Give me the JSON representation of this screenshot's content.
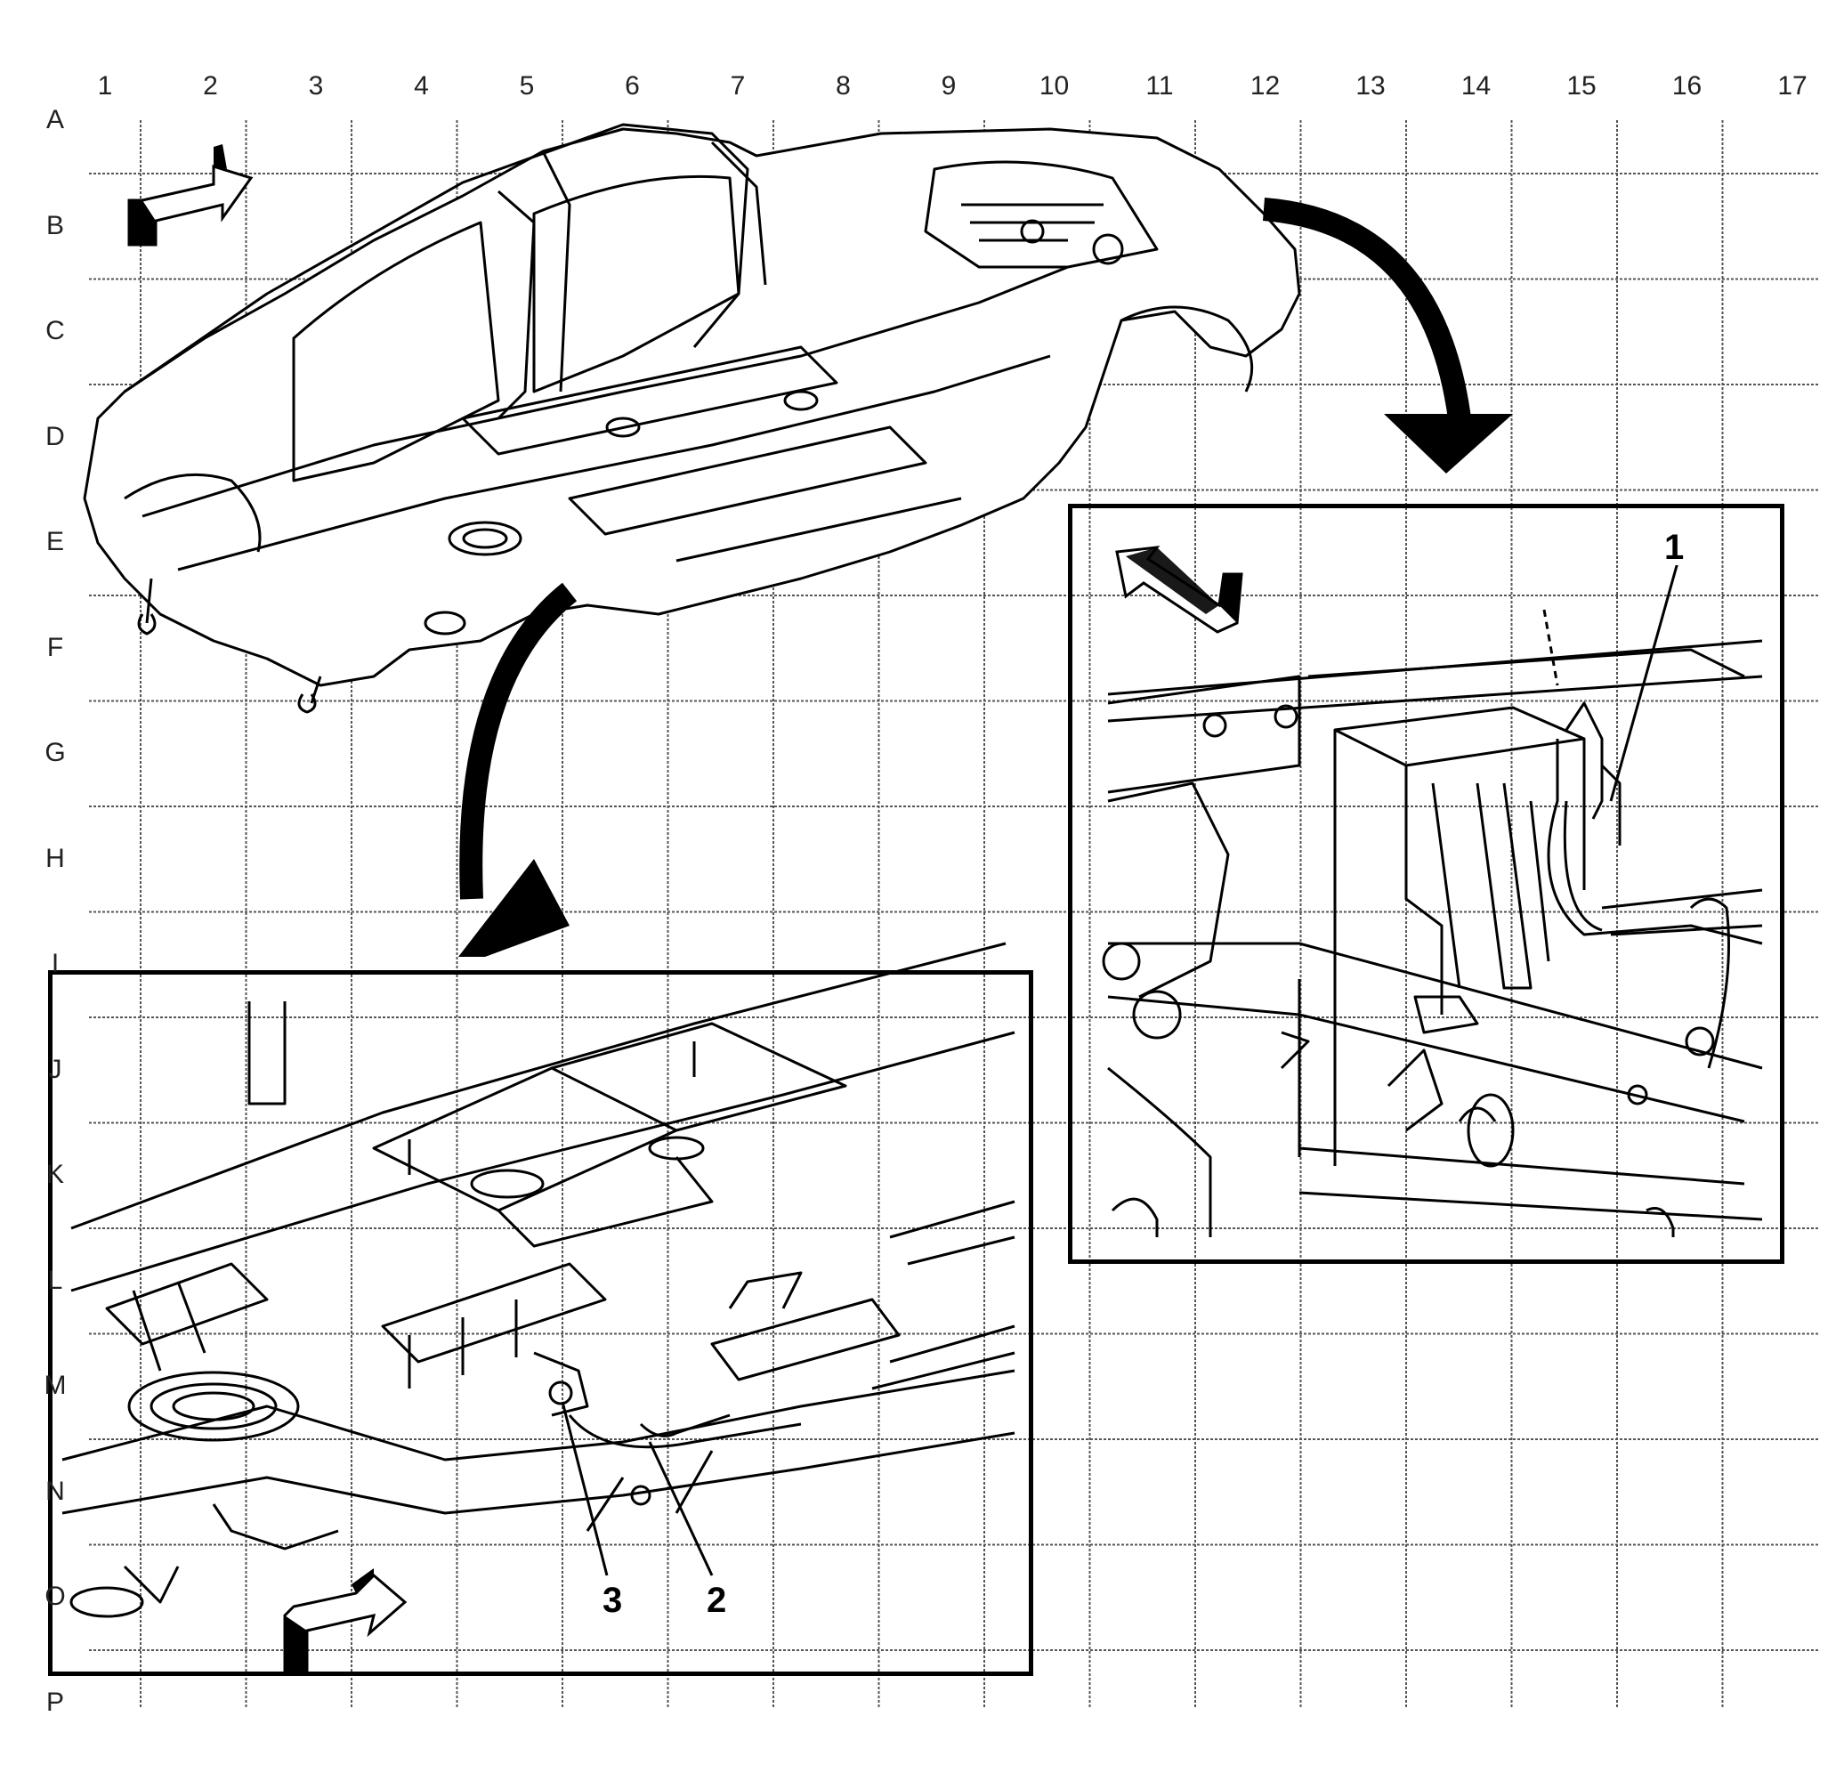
{
  "grid": {
    "columns": [
      "1",
      "2",
      "3",
      "4",
      "5",
      "6",
      "7",
      "8",
      "9",
      "10",
      "11",
      "12",
      "13",
      "14",
      "15",
      "16",
      "17"
    ],
    "rows": [
      "A",
      "B",
      "C",
      "D",
      "E",
      "F",
      "G",
      "H",
      "I",
      "J",
      "K",
      "L",
      "M",
      "N",
      "O",
      "P"
    ]
  },
  "callouts": {
    "one": "1",
    "two": "2",
    "three": "3"
  },
  "icons": {
    "forward_arrow_main": "forward-direction-arrow",
    "forward_arrow_left_inset": "forward-direction-arrow",
    "forward_arrow_right_inset": "forward-direction-arrow",
    "zoom_arrow_left": "curved-zoom-arrow",
    "zoom_arrow_right": "curved-zoom-arrow"
  },
  "colors": {
    "line": "#000000",
    "grid": "#555555",
    "background": "#ffffff"
  }
}
